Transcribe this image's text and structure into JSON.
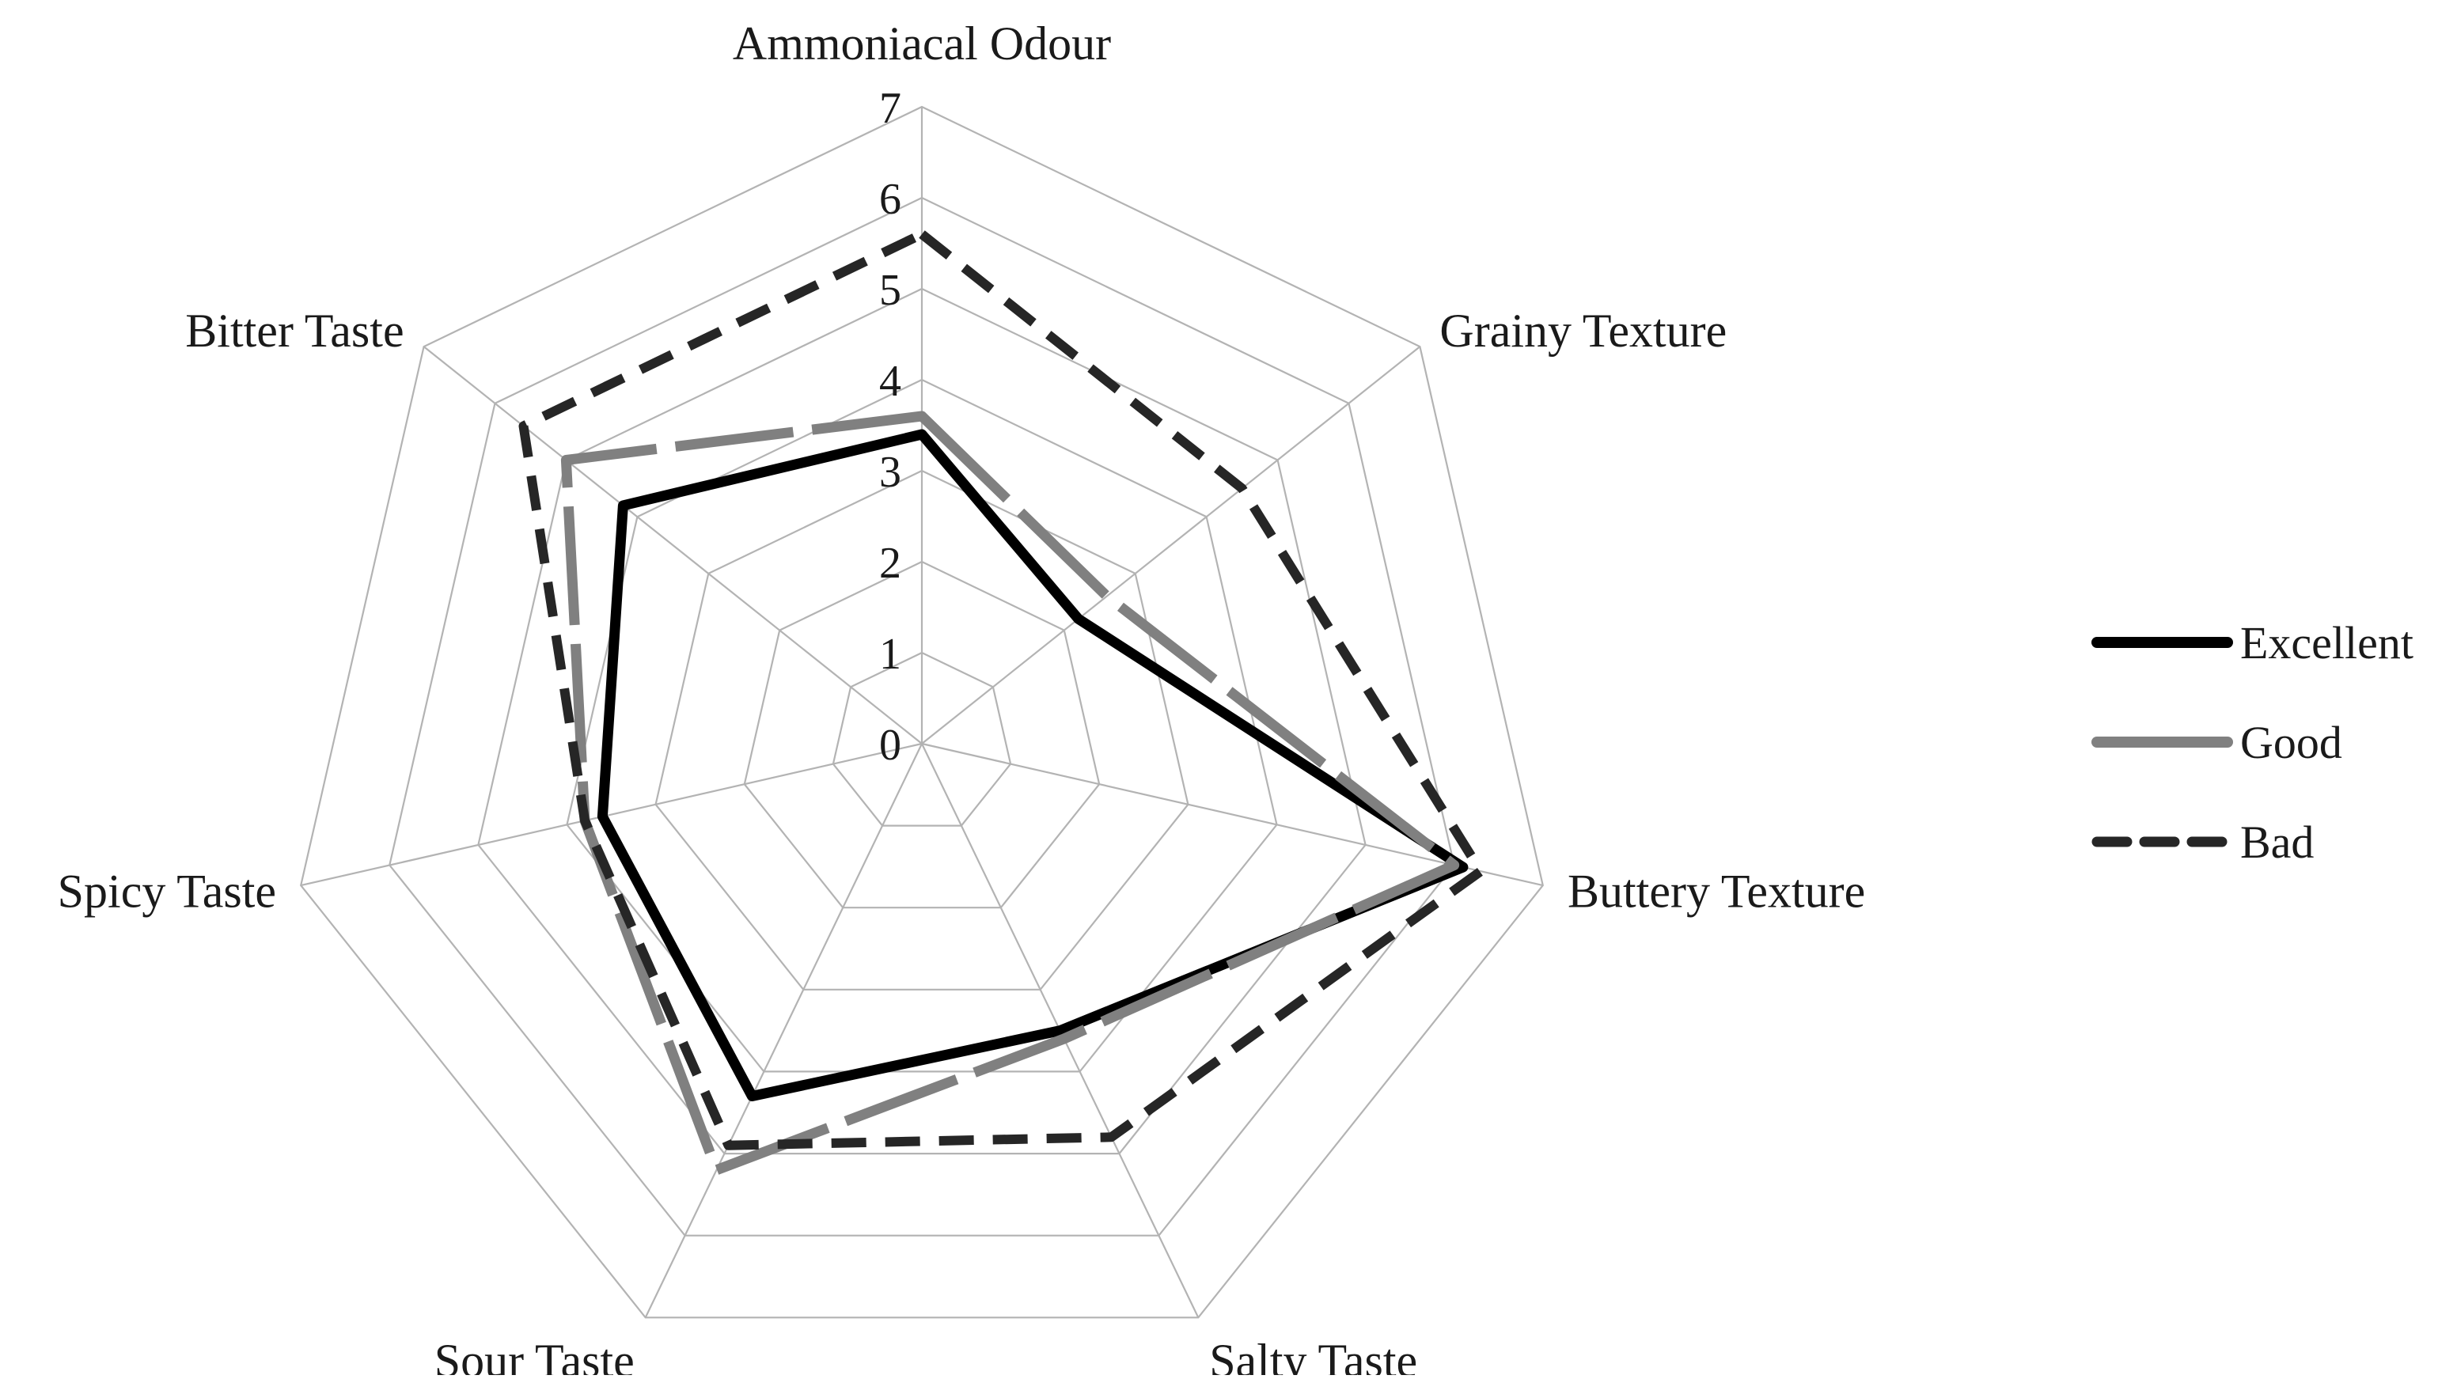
{
  "chart_data": {
    "type": "radar",
    "axes": [
      "Ammoniacal Odour",
      "Grainy Texture",
      "Buttery Texture",
      "Salty Taste",
      "Sour Taste",
      "Spicy Taste",
      "Bitter Taste"
    ],
    "ticks": [
      "0",
      "1",
      "2",
      "3",
      "4",
      "5",
      "6",
      "7"
    ],
    "rlim": [
      0,
      7
    ],
    "grid": true,
    "legend_position": "right",
    "series": [
      {
        "name": "Excellent",
        "values": [
          3.4,
          2.2,
          6.1,
          3.5,
          4.3,
          3.6,
          4.2
        ],
        "color": "#000000",
        "style": "solid"
      },
      {
        "name": "Good",
        "values": [
          3.6,
          2.6,
          6.0,
          3.6,
          5.2,
          3.8,
          5.0
        ],
        "color": "#808080",
        "style": "solid"
      },
      {
        "name": "Bad",
        "values": [
          5.6,
          4.5,
          6.3,
          4.8,
          4.9,
          3.8,
          5.6
        ],
        "color": "#262626",
        "style": "dashed"
      }
    ]
  }
}
